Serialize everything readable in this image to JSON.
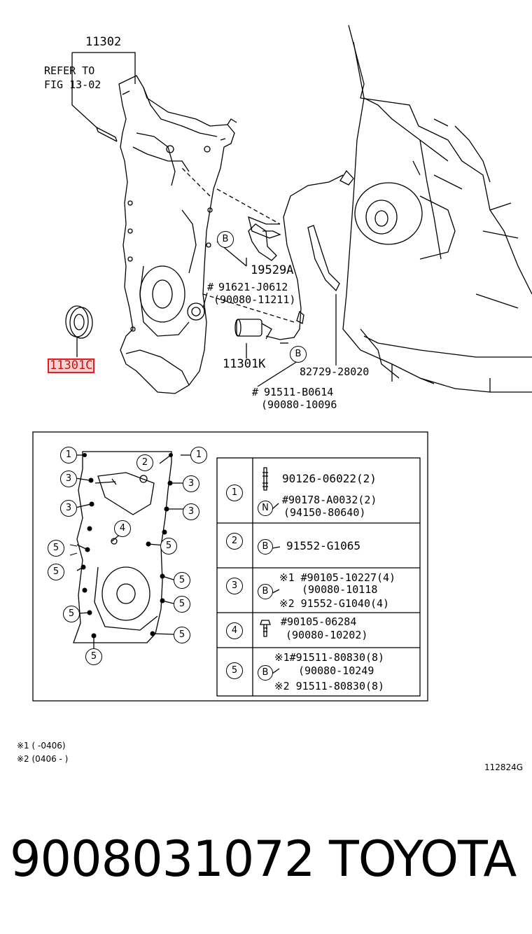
{
  "top_labels": {
    "part_11302": "11302",
    "refer_line1": "REFER TO",
    "refer_line2": "FIG 13-02",
    "part_19529A": "19529A",
    "part_91621": "91621-J0612",
    "part_90080_11211": "(90080-11211)",
    "part_11301K": "11301K",
    "part_82729": "82729-28020",
    "part_91511": "91511-B0614",
    "part_90080_10096": "(90080-10096",
    "part_11301C": "11301C",
    "hash_mark": "#",
    "callout_b": "B"
  },
  "legend_table": {
    "rows": [
      {
        "num": "1",
        "lines": [
          "90126-06022(2)",
          "#90178-A0032(2)",
          "(94150-80640)"
        ],
        "badge": "N"
      },
      {
        "num": "2",
        "lines": [
          "91552-G1065"
        ],
        "badge": "B"
      },
      {
        "num": "3",
        "lines": [
          "※1 #90105-10227(4)",
          "(90080-10118",
          "※2 91552-G1040(4)"
        ],
        "badge": "B"
      },
      {
        "num": "4",
        "lines": [
          "#90105-06284",
          "(90080-10202)"
        ],
        "badge": ""
      },
      {
        "num": "5",
        "lines": [
          "※1#91511-80830(8)",
          "(90080-10249",
          "※2 91511-80830(8)"
        ],
        "badge": "B"
      }
    ]
  },
  "cover_callouts": [
    "1",
    "2",
    "1",
    "3",
    "3",
    "3",
    "3",
    "4",
    "5",
    "5",
    "5",
    "5",
    "5",
    "5",
    "5",
    "5"
  ],
  "footnotes": {
    "note1": "※1 (       -0406)",
    "note2": "※2 (0406 -       )",
    "code": "112824G"
  },
  "footer": {
    "part_number": "9008031072",
    "brand": "TOYOTA"
  },
  "colors": {
    "highlight": "#e02020",
    "line": "#000000"
  }
}
